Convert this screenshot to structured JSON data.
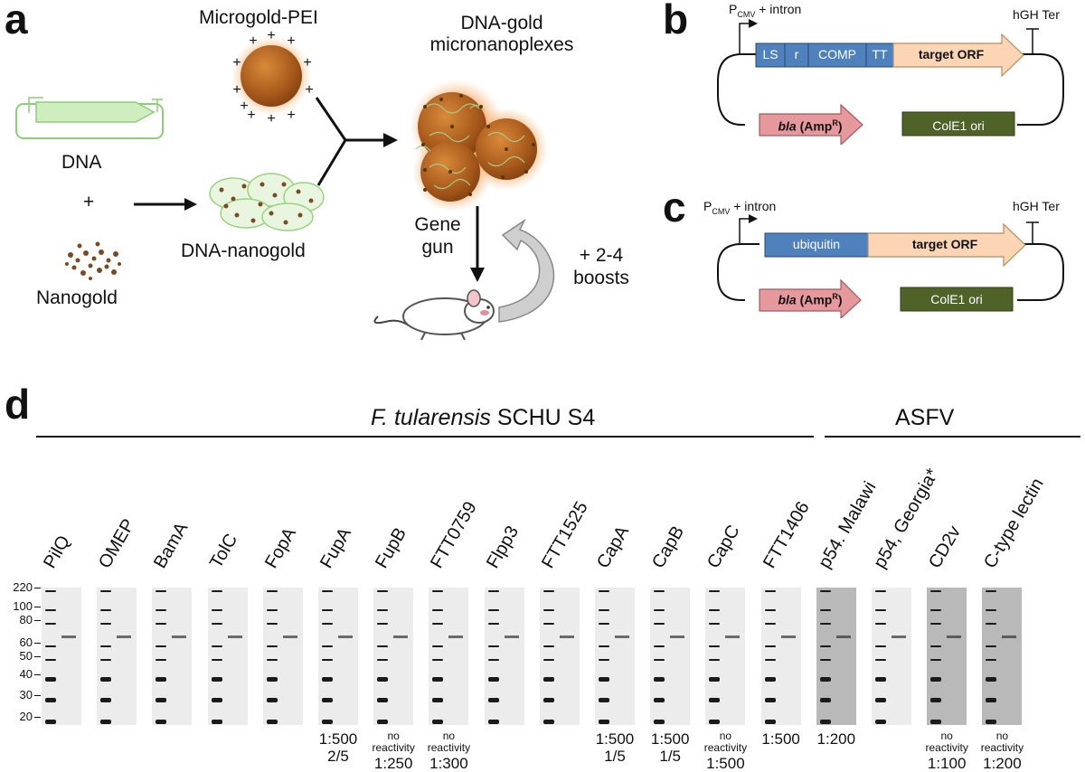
{
  "panel_a": {
    "letter": "a",
    "microgold": "Microgold-PEI",
    "complex_line1": "DNA-gold",
    "complex_line2": "micronanoplexes",
    "dna": "DNA",
    "plus": "+",
    "nanogold": "Nanogold",
    "dna_nanogold": "DNA-nanogold",
    "gene": "Gene",
    "gun": "gun",
    "boosts_line1": "+ 2-4",
    "boosts_line2": "boosts"
  },
  "panel_b": {
    "letter": "b",
    "promoter": "P",
    "promoter_sub": "CMV",
    "promoter_rest": " + intron",
    "terminator": "hGH Ter",
    "segments": [
      "LS",
      "r",
      "COMP",
      "TT"
    ],
    "orf": "target ORF",
    "bla": "bla",
    "amp": "(Amp",
    "amp_sup": "R",
    "amp_close": ")",
    "ori": "ColE1 ori"
  },
  "panel_c": {
    "letter": "c",
    "promoter": "P",
    "promoter_sub": "CMV",
    "promoter_rest": " + intron",
    "terminator": "hGH Ter",
    "tag": "ubiquitin",
    "orf": "target ORF",
    "bla": "bla",
    "amp": "(Amp",
    "amp_sup": "R",
    "amp_close": ")",
    "ori": "ColE1 ori"
  },
  "panel_d": {
    "letter": "d",
    "group1_italic": "F. tularensis",
    "group1_rest": " SCHU S4",
    "group2": "ASFV",
    "markers": [
      "220",
      "100",
      "80",
      "60",
      "50",
      "40",
      "30",
      "20"
    ],
    "lanes": [
      {
        "name": "PilQ",
        "notes": []
      },
      {
        "name": "OMEP",
        "notes": []
      },
      {
        "name": "BamA",
        "notes": []
      },
      {
        "name": "TolC",
        "notes": []
      },
      {
        "name": "FopA",
        "notes": []
      },
      {
        "name": "FupA",
        "notes": [
          "1:500",
          "2/5"
        ]
      },
      {
        "name": "FupB",
        "notes": [
          "no",
          "reactivity",
          "1:250"
        ]
      },
      {
        "name": "FTT0759",
        "notes": [
          "no",
          "reactivity",
          "1:300"
        ]
      },
      {
        "name": "Flpp3",
        "notes": []
      },
      {
        "name": "FTT1525",
        "notes": []
      },
      {
        "name": "CapA",
        "notes": [
          "1:500",
          "1/5"
        ]
      },
      {
        "name": "CapB",
        "notes": [
          "1:500",
          "1/5"
        ]
      },
      {
        "name": "CapC",
        "notes": [
          "no",
          "reactivity",
          "1:500"
        ]
      },
      {
        "name": "FTT1406",
        "notes": [
          "1:500"
        ]
      },
      {
        "name": "p54. Malawi",
        "notes": [
          "1:200"
        ]
      },
      {
        "name": "p54, Georgia*",
        "notes": []
      },
      {
        "name": "CD2v",
        "notes": [
          "no",
          "reactivity",
          "1:100"
        ]
      },
      {
        "name": "C-type lectin",
        "notes": [
          "no",
          "reactivity",
          "1:200"
        ]
      }
    ]
  },
  "colors": {
    "blue": "#4f81bd",
    "orf": "#fcd5b4",
    "bla": "#e6999d",
    "ori": "#4f6228",
    "gold": "#b5651d",
    "green_plasmid": "#cfeec0"
  }
}
